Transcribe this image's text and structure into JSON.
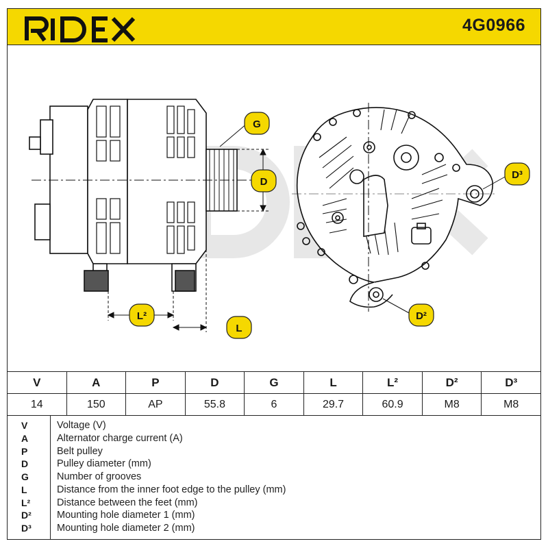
{
  "header": {
    "brand": "RIDEX",
    "part_number": "4G0966",
    "background_color": "#f5d800"
  },
  "drawing": {
    "callouts": {
      "G": "G",
      "D": "D",
      "D3": "D³",
      "D2": "D²",
      "L2": "L²",
      "L": "L"
    }
  },
  "specs": {
    "headers": [
      "V",
      "A",
      "P",
      "D",
      "G",
      "L",
      "L²",
      "D²",
      "D³"
    ],
    "values": [
      "14",
      "150",
      "AP",
      "55.8",
      "6",
      "29.7",
      "60.9",
      "M8",
      "M8"
    ]
  },
  "legend": [
    {
      "code": "V",
      "desc": "Voltage (V)"
    },
    {
      "code": "A",
      "desc": "Alternator charge current (A)"
    },
    {
      "code": "P",
      "desc": "Belt pulley"
    },
    {
      "code": "D",
      "desc": "Pulley diameter (mm)"
    },
    {
      "code": "G",
      "desc": "Number of grooves"
    },
    {
      "code": "L",
      "desc": "Distance from the inner foot edge to the pulley (mm)"
    },
    {
      "code": "L²",
      "desc": "Distance between the feet (mm)"
    },
    {
      "code": "D²",
      "desc": "Mounting hole diameter 1 (mm)"
    },
    {
      "code": "D³",
      "desc": "Mounting hole diameter 2 (mm)"
    }
  ]
}
